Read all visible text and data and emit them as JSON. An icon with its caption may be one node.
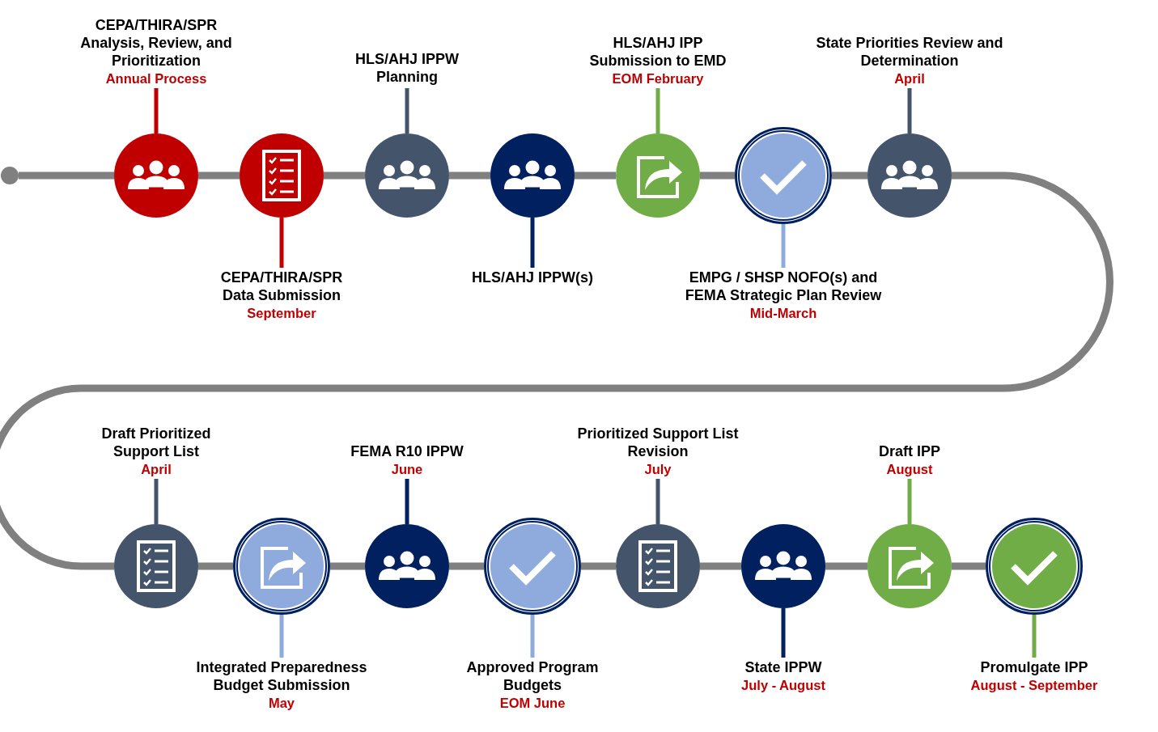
{
  "diagram": {
    "nodes": [
      {
        "text": [],
        "shape": "circle"
      },
      {
        "text": [
          "CEPA/THIRA/SPR Analysis, Review, and Prioritization",
          "Annual Process"
        ]
      },
      {
        "text": [],
        "shape": "circle"
      },
      {
        "text": [
          "CEPA/THIRA/SPR Data Submission",
          "September"
        ]
      },
      {
        "text": [],
        "shape": "circle"
      },
      {
        "text": [
          "HLS/AHJ IPPW Planning"
        ]
      },
      {
        "text": [],
        "shape": "circle"
      },
      {
        "text": [
          "HLS/AHJ IPPW(s)"
        ]
      },
      {
        "text": [],
        "shape": "circle"
      },
      {
        "text": [
          "HLS/AHJ IPP Submission to EMD",
          "EOM February"
        ]
      },
      {
        "text": [],
        "shape": "circle"
      },
      {
        "text": [
          "EMPG / SHSP NOFO(s) and FEMA Strategic Plan Review",
          "Mid-March"
        ]
      },
      {
        "text": [],
        "shape": "circle"
      },
      {
        "text": [
          "State Priorities Review and Determination",
          "April"
        ]
      },
      {
        "text": [],
        "shape": "circle"
      },
      {
        "text": [
          "Draft Prioritized Support List",
          "April"
        ]
      },
      {
        "text": [],
        "shape": "circle"
      },
      {
        "text": [
          "Integrated Preparedness Budget Submission",
          "May"
        ]
      },
      {
        "text": [],
        "shape": "circle"
      },
      {
        "text": [
          "FEMA R10 IPPW",
          "June"
        ]
      },
      {
        "text": [],
        "shape": "circle"
      },
      {
        "text": [
          "Approved Program Budgets",
          "EOM June"
        ]
      },
      {
        "text": [],
        "shape": "circle"
      },
      {
        "text": [
          "Prioritized Support List Revision",
          "July"
        ]
      },
      {
        "text": [],
        "shape": "circle"
      },
      {
        "text": [
          "State IPPW",
          "July - August"
        ]
      },
      {
        "text": [],
        "shape": "circle"
      },
      {
        "text": [
          "Draft IPP",
          "August"
        ]
      },
      {
        "text": [],
        "shape": "circle"
      },
      {
        "text": [
          "Promulgate IPP",
          "August - September"
        ]
      },
      {
        "text": [],
        "shape": "circle"
      }
    ],
    "edges": [
      {
        "from": 0,
        "to": 2,
        "arrow": "none",
        "style": "thick"
      },
      {
        "from": 2,
        "to": 4,
        "arrow": "none",
        "style": "thick"
      },
      {
        "from": 4,
        "to": 6,
        "arrow": "none",
        "style": "thick"
      },
      {
        "from": 6,
        "to": 8,
        "arrow": "none",
        "style": "thick"
      },
      {
        "from": 8,
        "to": 10,
        "arrow": "none",
        "style": "thick"
      },
      {
        "from": 10,
        "to": 12,
        "arrow": "none",
        "style": "thick"
      },
      {
        "from": 12,
        "to": 14,
        "arrow": "none",
        "style": "thick"
      },
      {
        "from": 14,
        "to": 16,
        "arrow": "none",
        "style": "thick"
      },
      {
        "from": 16,
        "to": 18,
        "arrow": "none",
        "style": "thick"
      },
      {
        "from": 18,
        "to": 20,
        "arrow": "none",
        "style": "thick"
      },
      {
        "from": 20,
        "to": 22,
        "arrow": "none",
        "style": "thick"
      },
      {
        "from": 22,
        "to": 24,
        "arrow": "none",
        "style": "thick"
      },
      {
        "from": 24,
        "to": 26,
        "arrow": "none",
        "style": "thick"
      },
      {
        "from": 26,
        "to": 28,
        "arrow": "none",
        "style": "thick"
      },
      {
        "from": 28,
        "to": 30,
        "arrow": "none",
        "style": "thick"
      },
      {
        "from": 1,
        "to": 2,
        "arrow": "none",
        "color": "#c00000"
      },
      {
        "from": 3,
        "to": 4,
        "arrow": "none",
        "color": "#c00000"
      },
      {
        "from": 5,
        "to": 6,
        "arrow": "none",
        "color": "#44546a"
      },
      {
        "from": 7,
        "to": 8,
        "arrow": "none",
        "color": "#002060"
      },
      {
        "from": 9,
        "to": 10,
        "arrow": "none",
        "color": "#70ad47"
      },
      {
        "from": 11,
        "to": 12,
        "arrow": "none",
        "color": "#8faadc"
      },
      {
        "from": 13,
        "to": 14,
        "arrow": "none",
        "color": "#44546a"
      },
      {
        "from": 15,
        "to": 16,
        "arrow": "none",
        "color": "#44546a"
      },
      {
        "from": 17,
        "to": 18,
        "arrow": "none",
        "color": "#8faadc"
      },
      {
        "from": 19,
        "to": 20,
        "arrow": "none",
        "color": "#002060"
      },
      {
        "from": 21,
        "to": 22,
        "arrow": "none",
        "color": "#8faadc"
      },
      {
        "from": 23,
        "to": 24,
        "arrow": "none",
        "color": "#44546a"
      },
      {
        "from": 25,
        "to": 26,
        "arrow": "none",
        "color": "#002060"
      },
      {
        "from": 27,
        "to": 28,
        "arrow": "none",
        "color": "#70ad47"
      },
      {
        "from": 29,
        "to": 30,
        "arrow": "none",
        "color": "#70ad47"
      }
    ]
  }
}
